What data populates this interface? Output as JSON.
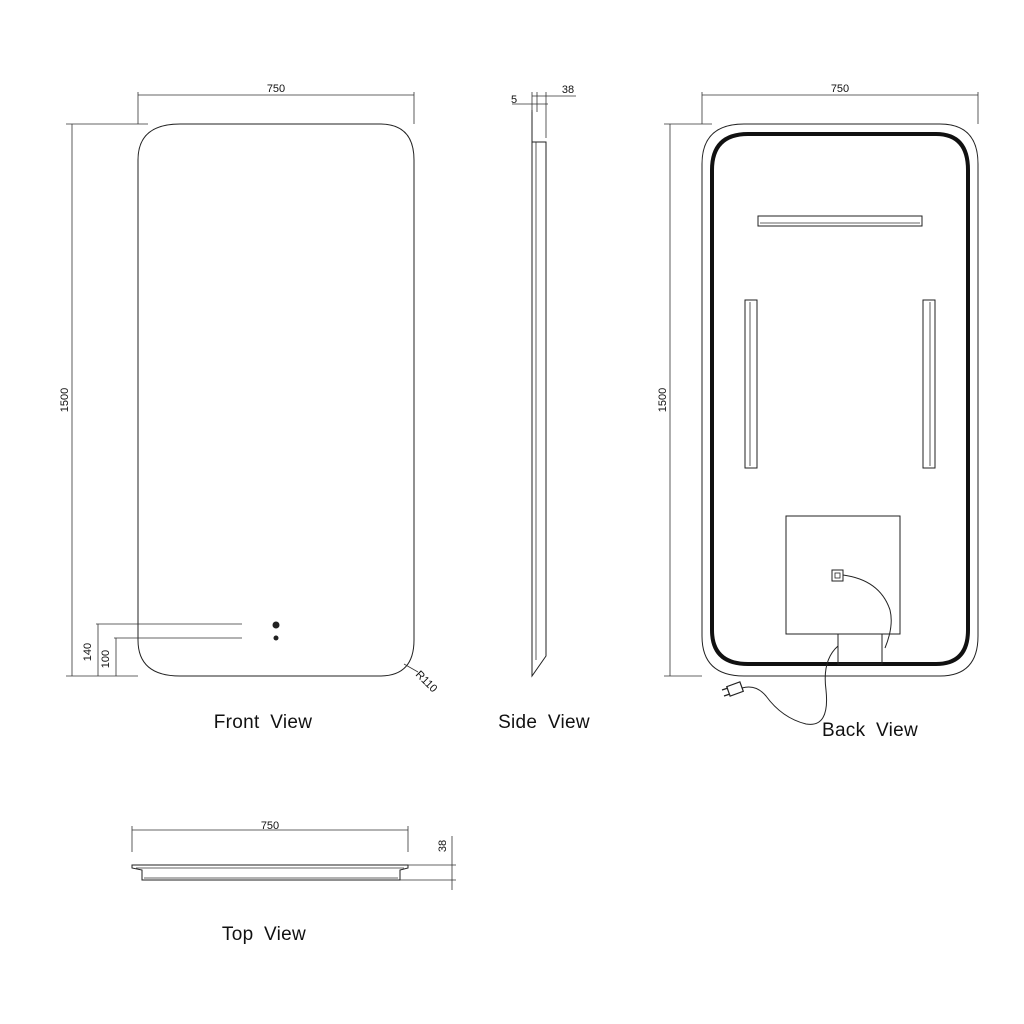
{
  "views": {
    "front": {
      "title": "Front View",
      "width_dim": "750",
      "height_dim": "1500",
      "dim_140": "140",
      "dim_100": "100",
      "radius_dim": "R110"
    },
    "side": {
      "title": "Side View",
      "dim_5": "5",
      "dim_38": "38"
    },
    "back": {
      "title": "Back View",
      "width_dim": "750",
      "height_dim": "1500"
    },
    "top": {
      "title": "Top View",
      "width_dim": "750",
      "depth_dim": "38"
    }
  }
}
